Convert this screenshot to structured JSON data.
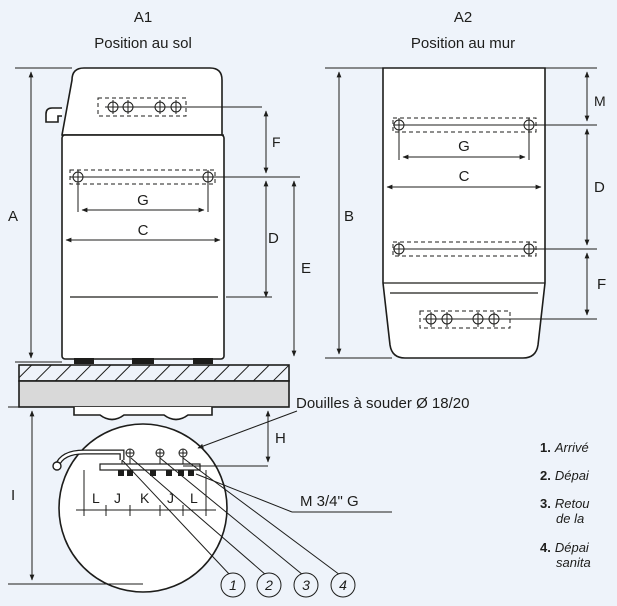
{
  "views": {
    "a1": {
      "title": "A1",
      "subtitle": "Position au sol"
    },
    "a2": {
      "title": "A2",
      "subtitle": "Position au mur"
    }
  },
  "dimensions": {
    "a1": {
      "A": "A",
      "F": "F",
      "G": "G",
      "C": "C",
      "D": "D",
      "E": "E"
    },
    "a2": {
      "B": "B",
      "M": "M",
      "G": "G",
      "C": "C",
      "D": "D",
      "F": "F"
    },
    "bottom": {
      "H": "H",
      "I": "I",
      "L1": "L",
      "J1": "J",
      "K": "K",
      "J2": "J",
      "L2": "L"
    }
  },
  "annotations": {
    "sleeves": "Douilles à souder Ø 18/20",
    "thread": "M 3/4\" G"
  },
  "connection_numbers": [
    "1",
    "2",
    "3",
    "4"
  ],
  "legend": [
    {
      "num": "1.",
      "line1": "Arrivé"
    },
    {
      "num": "2.",
      "line1": "Dépai"
    },
    {
      "num": "3.",
      "line1": "Retou",
      "line2": "de la"
    },
    {
      "num": "4.",
      "line1": "Dépai",
      "line2": "sanita"
    }
  ]
}
